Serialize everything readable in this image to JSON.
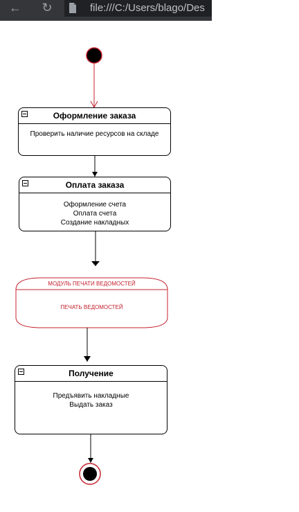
{
  "browser": {
    "url": "file:///C:/Users/blago/Des",
    "back_icon": "back-arrow-icon",
    "reload_icon": "reload-icon",
    "page_icon": "file-icon"
  },
  "diagram": {
    "states": [
      {
        "title": "Оформление заказа",
        "lines": [
          "Проверить наличие ресурсов на складе"
        ]
      },
      {
        "title": "Оплата заказа",
        "lines": [
          "Оформление счета",
          "Оплата счета",
          "Создание накладных"
        ]
      },
      {
        "title": "Получение",
        "lines": [
          "Предъявить накладные",
          "Выдать заказ"
        ]
      }
    ],
    "module": {
      "title": "МОДУЛЬ ПЕЧАТИ ВЕДОМОСТЕЙ",
      "text": "ПЕЧАТЬ ВЕДОМОСТЕЙ"
    },
    "colors": {
      "accent": "#c4202c",
      "line": "#000000"
    }
  }
}
